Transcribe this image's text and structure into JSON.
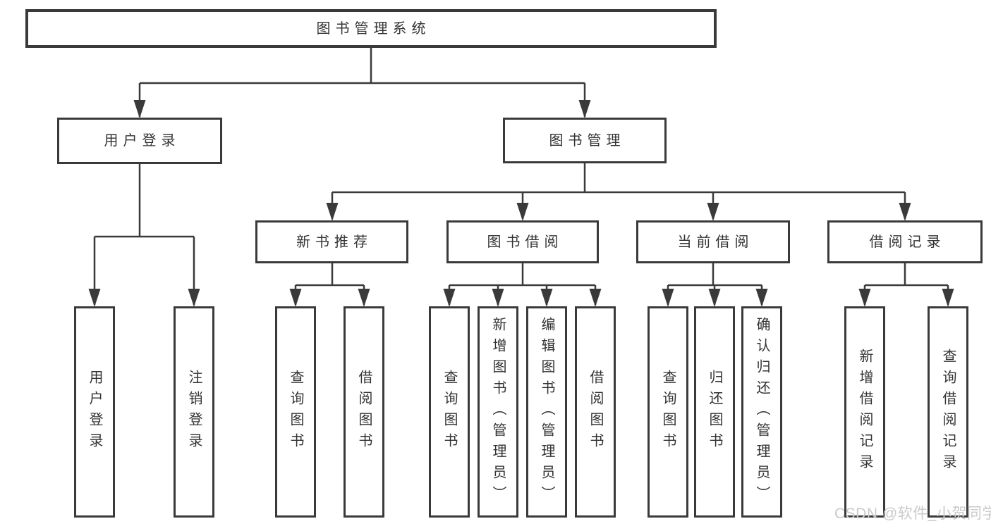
{
  "diagram_type": "functional-structure-tree",
  "colors": {
    "line": "#3a3a3a",
    "box_border": "#3a3a3a",
    "text": "#333333",
    "background": "#ffffff",
    "watermark": "#c9cacb"
  },
  "tree": {
    "root": {
      "label": "图书管理系统",
      "children": [
        {
          "label": "用户登录",
          "children": [
            {
              "label": "用户登录"
            },
            {
              "label": "注销登录"
            }
          ]
        },
        {
          "label": "图书管理",
          "children": [
            {
              "label": "新书推荐",
              "children": [
                {
                  "label": "查询图书"
                },
                {
                  "label": "借阅图书"
                }
              ]
            },
            {
              "label": "图书借阅",
              "children": [
                {
                  "label": "查询图书"
                },
                {
                  "label": "新增图书（管理员）"
                },
                {
                  "label": "编辑图书（管理员）"
                },
                {
                  "label": "借阅图书"
                }
              ]
            },
            {
              "label": "当前借阅",
              "children": [
                {
                  "label": "查询图书"
                },
                {
                  "label": "归还图书"
                },
                {
                  "label": "确认归还（管理员）"
                }
              ]
            },
            {
              "label": "借阅记录",
              "children": [
                {
                  "label": "新增借阅记录"
                },
                {
                  "label": "查询借阅记录"
                }
              ]
            }
          ]
        }
      ]
    }
  },
  "watermark": {
    "text": "CSDN @软件_小贺同学"
  }
}
